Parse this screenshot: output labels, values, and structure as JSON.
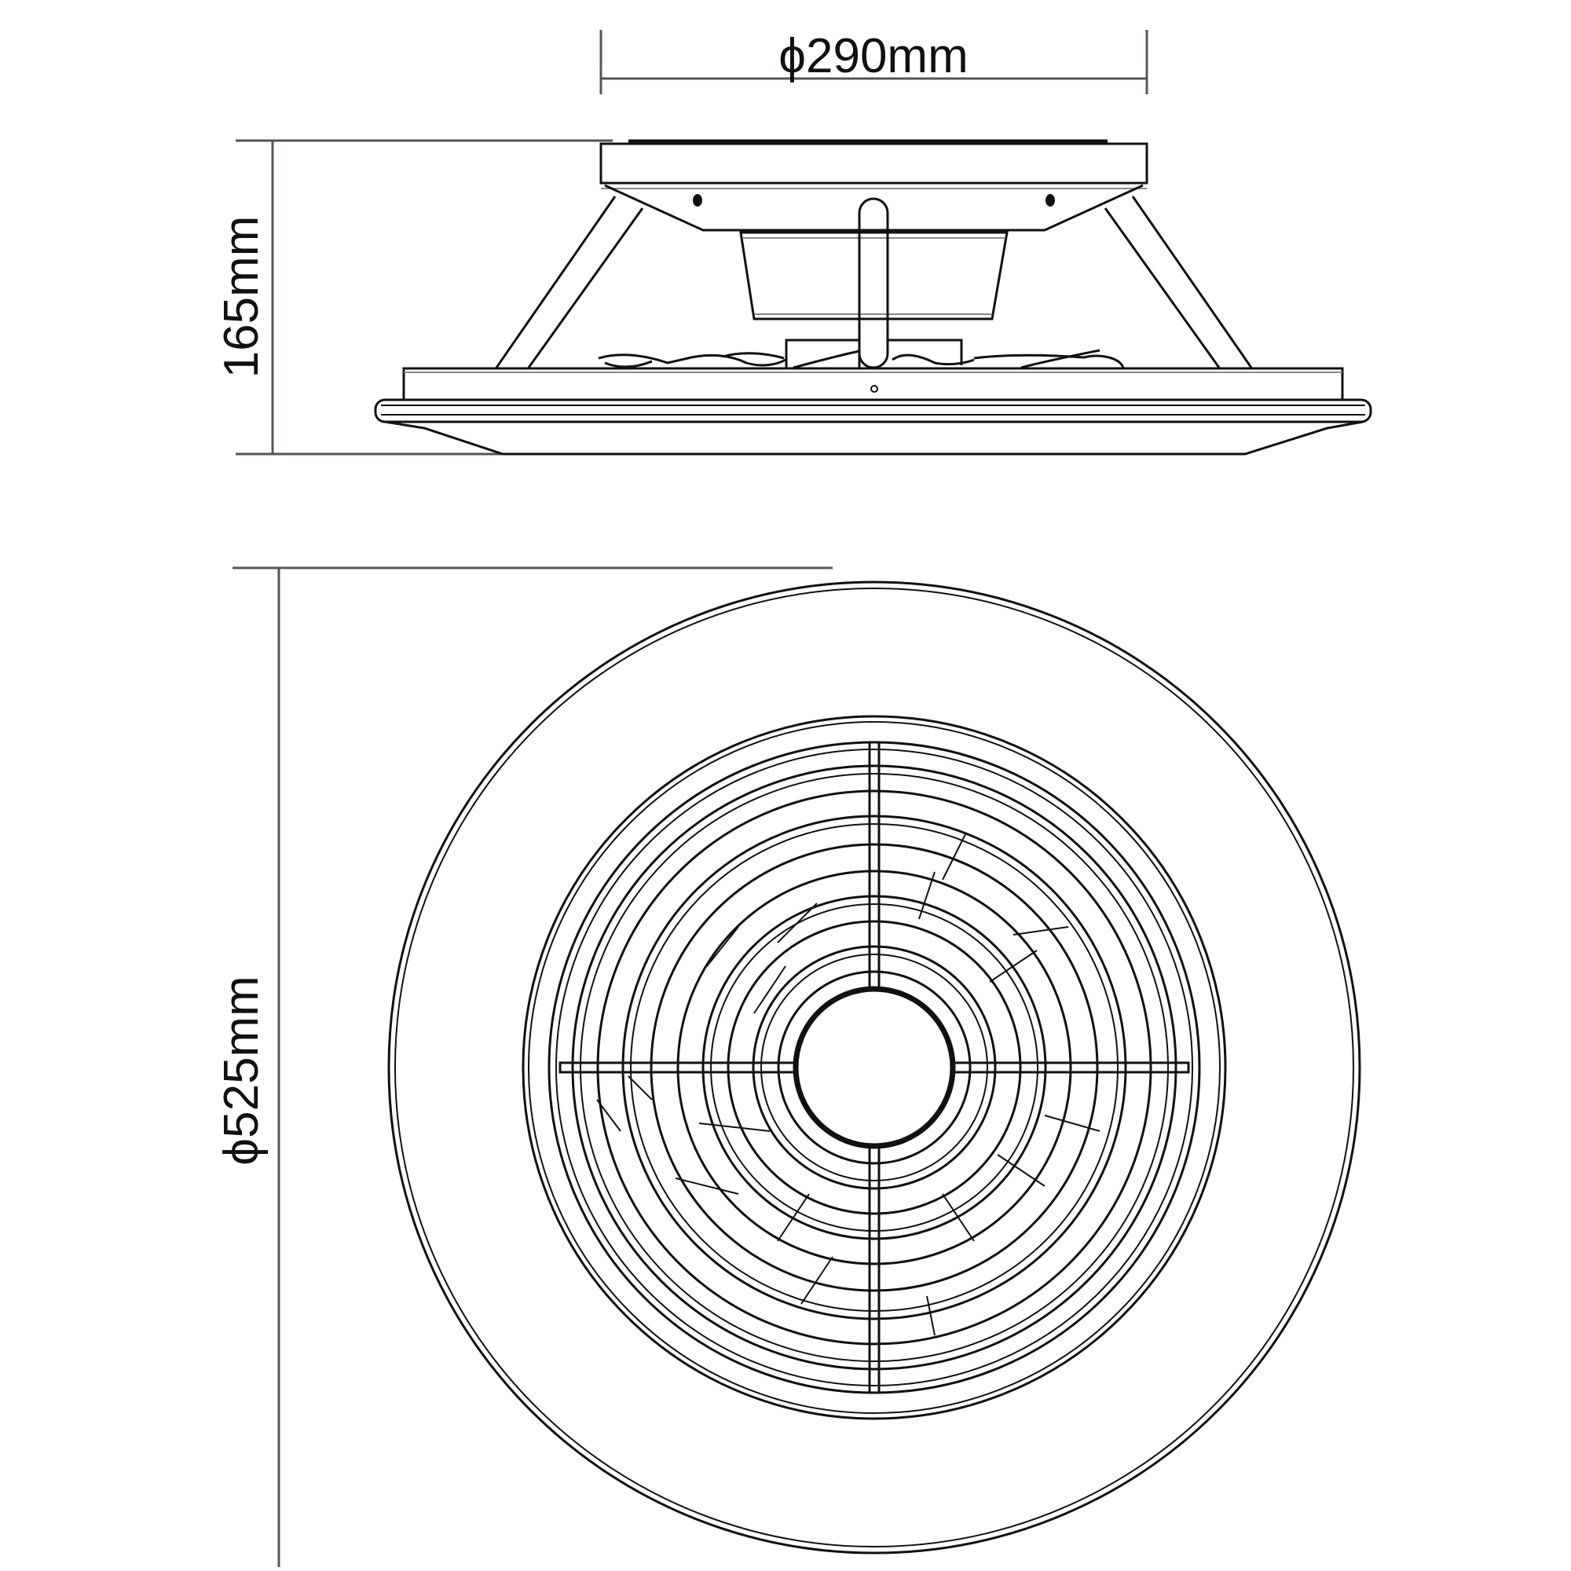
{
  "drawing": {
    "subject": "Ceiling fan with light - dimension drawing",
    "side_view": {
      "width_dimension": "ϕ290mm",
      "height_dimension": "165mm"
    },
    "top_view": {
      "diameter_dimension": "ϕ525mm"
    },
    "line_color": "#111111",
    "dimension_line_color": "#5a5450",
    "background": "#ffffff"
  }
}
